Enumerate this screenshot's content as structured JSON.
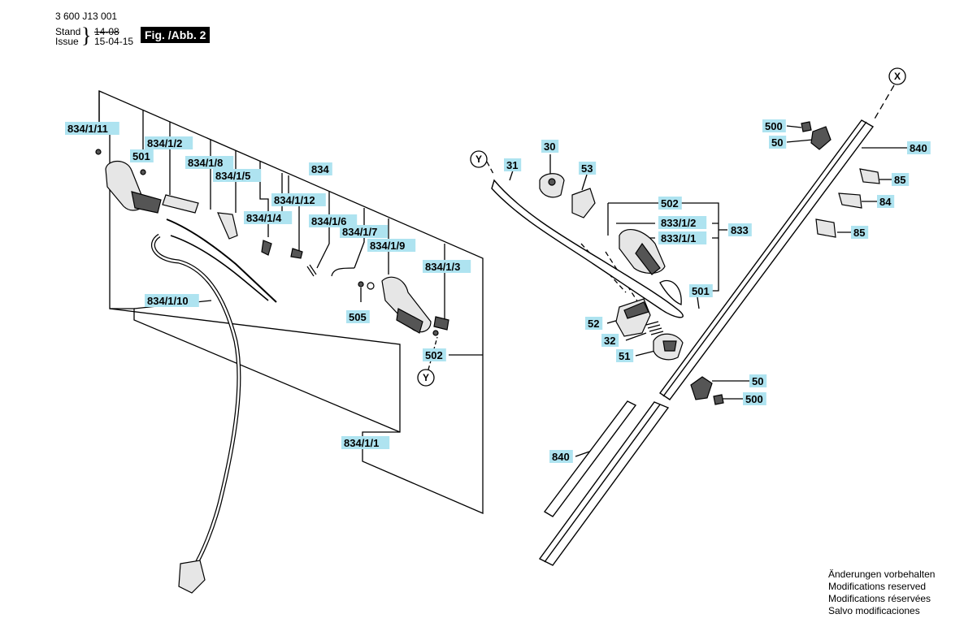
{
  "header": {
    "doc_number": "3 600 J13 001",
    "stand_label": "Stand",
    "issue_label": "Issue",
    "old_date": "14-08",
    "new_date": "15-04-15",
    "figure": "Fig. /Abb. 2"
  },
  "notes": [
    "Änderungen vorbehalten",
    "Modifications reserved",
    "Modifications réservées",
    "Salvo modificaciones"
  ],
  "labels": [
    {
      "id": "l-834-1-11",
      "text": "834/1/11"
    },
    {
      "id": "l-834-1-2",
      "text": "834/1/2"
    },
    {
      "id": "l-501-left",
      "text": "501"
    },
    {
      "id": "l-834-1-8",
      "text": "834/1/8"
    },
    {
      "id": "l-834-1-5",
      "text": "834/1/5"
    },
    {
      "id": "l-834",
      "text": "834"
    },
    {
      "id": "l-834-1-12",
      "text": "834/1/12"
    },
    {
      "id": "l-834-1-4",
      "text": "834/1/4"
    },
    {
      "id": "l-834-1-6",
      "text": "834/1/6"
    },
    {
      "id": "l-834-1-7",
      "text": "834/1/7"
    },
    {
      "id": "l-834-1-9",
      "text": "834/1/9"
    },
    {
      "id": "l-834-1-3",
      "text": "834/1/3"
    },
    {
      "id": "l-834-1-10",
      "text": "834/1/10"
    },
    {
      "id": "l-505",
      "text": "505"
    },
    {
      "id": "l-502-left",
      "text": "502"
    },
    {
      "id": "l-834-1-1",
      "text": "834/1/1"
    },
    {
      "id": "l-31",
      "text": "31"
    },
    {
      "id": "l-30",
      "text": "30"
    },
    {
      "id": "l-53",
      "text": "53"
    },
    {
      "id": "l-502-mid",
      "text": "502"
    },
    {
      "id": "l-833-1-2",
      "text": "833/1/2"
    },
    {
      "id": "l-833",
      "text": "833"
    },
    {
      "id": "l-833-1-1",
      "text": "833/1/1"
    },
    {
      "id": "l-501-mid",
      "text": "501"
    },
    {
      "id": "l-52",
      "text": "52"
    },
    {
      "id": "l-32",
      "text": "32"
    },
    {
      "id": "l-51",
      "text": "51"
    },
    {
      "id": "l-500-top",
      "text": "500"
    },
    {
      "id": "l-50-top",
      "text": "50"
    },
    {
      "id": "l-840-top",
      "text": "840"
    },
    {
      "id": "l-85-a",
      "text": "85"
    },
    {
      "id": "l-84",
      "text": "84"
    },
    {
      "id": "l-85-b",
      "text": "85"
    },
    {
      "id": "l-50-bottom",
      "text": "50"
    },
    {
      "id": "l-500-bottom",
      "text": "500"
    },
    {
      "id": "l-840-bottom",
      "text": "840"
    }
  ],
  "callouts": [
    {
      "id": "c-y-mid",
      "text": "Y"
    },
    {
      "id": "c-y-left",
      "text": "Y"
    },
    {
      "id": "c-x",
      "text": "X"
    }
  ],
  "colors": {
    "label_bg": "#aee3f0",
    "line": "#000000",
    "part_fill": "#e6e6e6",
    "part_dark": "#555555"
  }
}
